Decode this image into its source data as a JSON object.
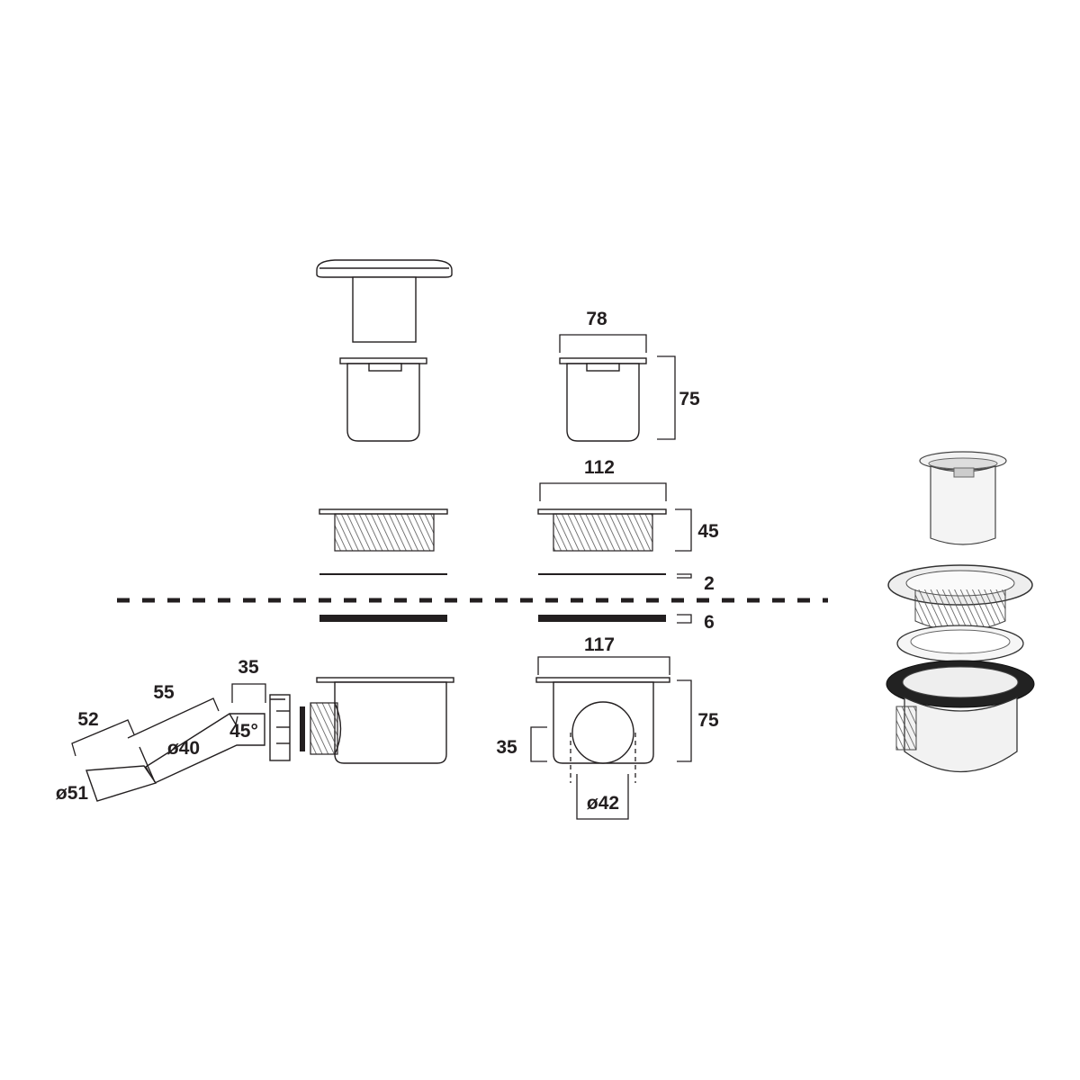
{
  "title": "Shower waste technical drawing",
  "dimensions": {
    "cover_width": "78",
    "cover_height": "75",
    "ring_width": "112",
    "ring_height": "45",
    "washer_thickness": "2",
    "gasket_thickness": "6",
    "body_width": "117",
    "body_height": "75",
    "outlet_height": "35",
    "outlet_diameter": "ø42",
    "elbow_length": "35",
    "pipe_length_upper": "55",
    "pipe_length_lower": "52",
    "pipe_inner_diameter": "ø40",
    "pipe_outer_diameter": "ø51",
    "elbow_angle": "45°"
  },
  "colors": {
    "line": "#231f20",
    "background": "#ffffff"
  }
}
